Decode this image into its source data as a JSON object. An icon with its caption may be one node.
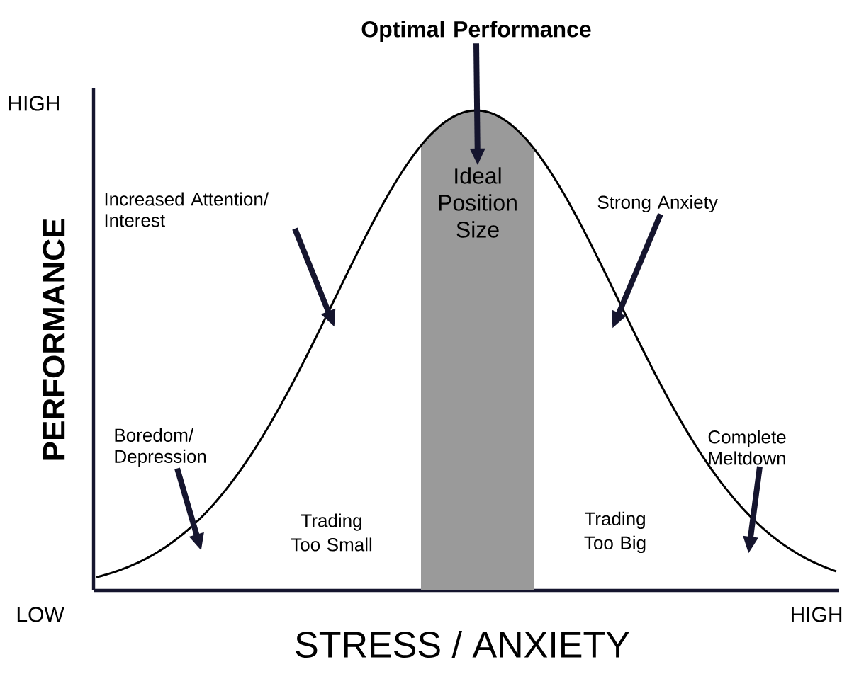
{
  "diagram": {
    "nodes": [
      {
        "text": [
          "Optimal Performance"
        ]
      },
      {
        "text": [
          "Increased Attention/ Interest"
        ]
      },
      {
        "text": [
          "Strong Anxiety"
        ]
      },
      {
        "text": [
          "Boredom/ Depression"
        ]
      },
      {
        "text": [
          "Complete Meltdown"
        ]
      },
      {
        "text": [
          "Ideal Position Size"
        ]
      }
    ],
    "edges": [
      {
        "from": 0,
        "to": 5,
        "arrow": "to"
      },
      {
        "from": 1,
        "to": null,
        "arrow": "to"
      },
      {
        "from": 2,
        "to": null,
        "arrow": "to"
      },
      {
        "from": 3,
        "to": null,
        "arrow": "to"
      },
      {
        "from": 4,
        "to": null,
        "arrow": "to"
      }
    ],
    "labels": [
      "HIGH",
      "PERFORMANCE",
      "LOW",
      "HIGH",
      "STRESS / ANXIETY",
      "Trading Too Small",
      "Trading Too Big"
    ]
  }
}
